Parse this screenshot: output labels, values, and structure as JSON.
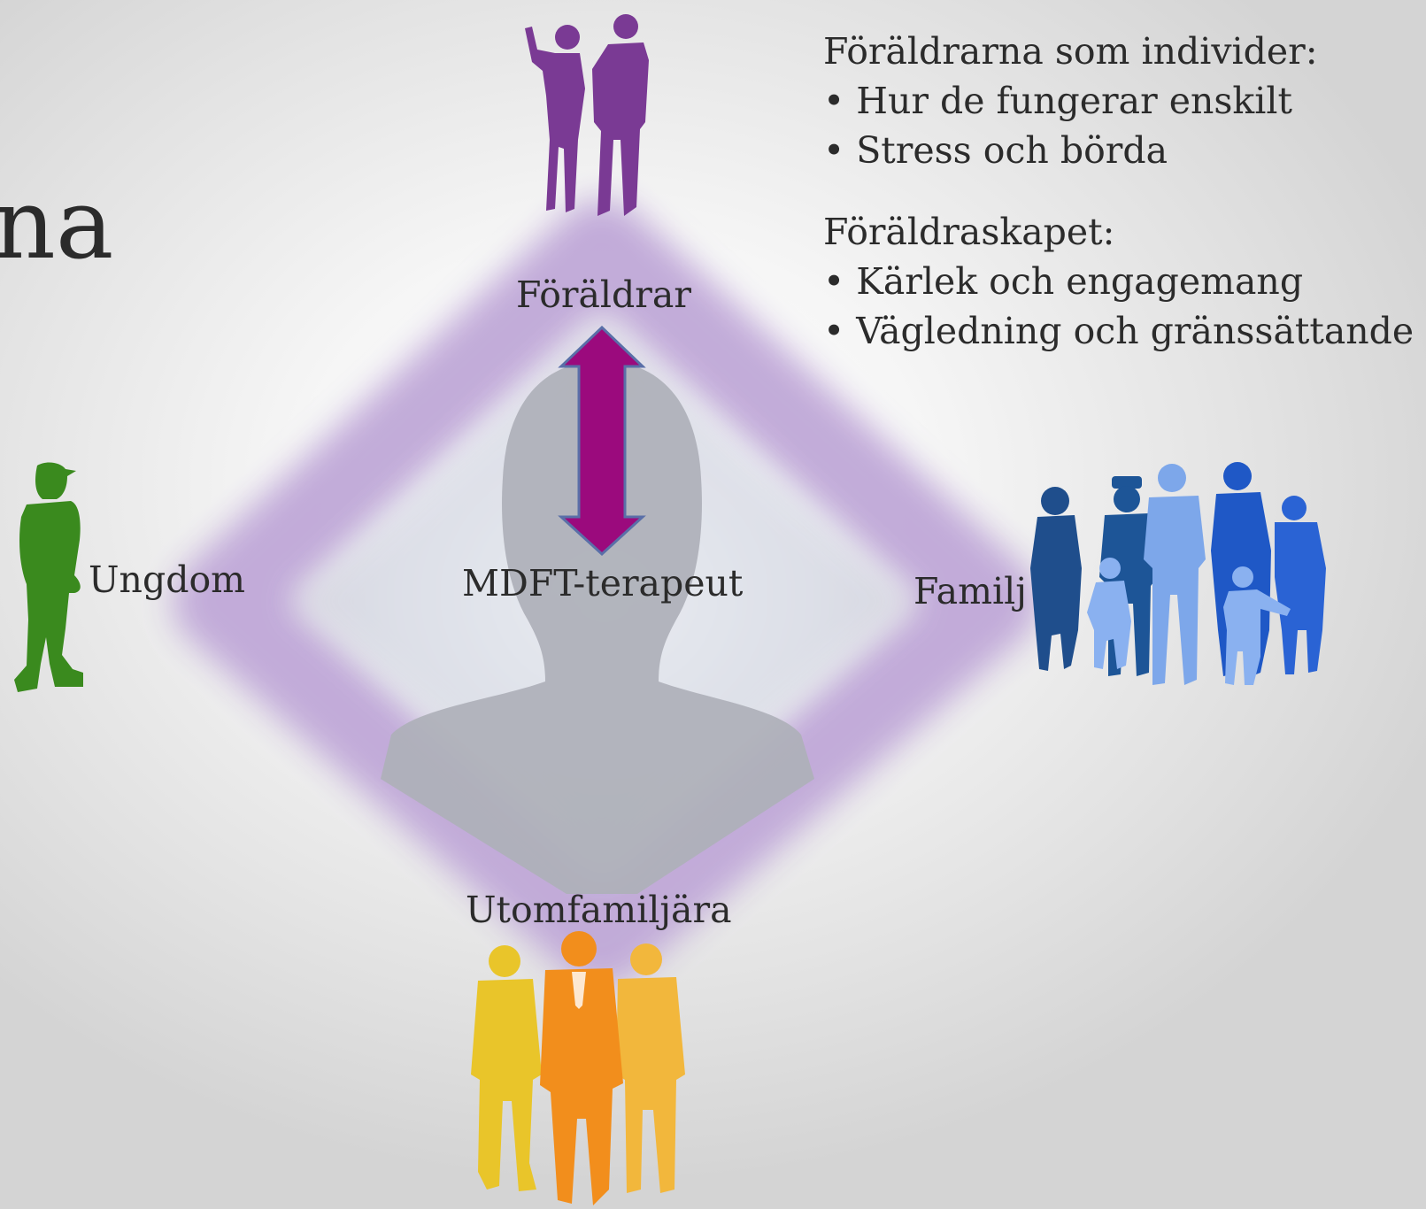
{
  "slide": {
    "title_fragment": "na"
  },
  "diagram": {
    "center_label": "MDFT-terapeut",
    "nodes": {
      "top": {
        "label": "Föräldrar"
      },
      "left": {
        "label": "Ungdom"
      },
      "right": {
        "label": "Familj"
      },
      "bottom": {
        "label": "Utomfamiljära"
      }
    },
    "arrow_color": "#9b0a7d",
    "diamond_color": "#b89ad2"
  },
  "info": {
    "section1_heading": "Föräldrarna som individer:",
    "section1_items": [
      "Hur de fungerar enskilt",
      "Stress och börda"
    ],
    "section2_heading": "Föräldraskapet:",
    "section2_items": [
      "Kärlek och engagemang",
      "Vägledning och gränssättande"
    ]
  },
  "icons": {
    "top": "parents-silhouette-icon",
    "left": "youth-silhouette-icon",
    "right": "family-silhouette-icon",
    "bottom": "businessmen-silhouette-icon",
    "center": "person-head-silhouette-icon"
  }
}
